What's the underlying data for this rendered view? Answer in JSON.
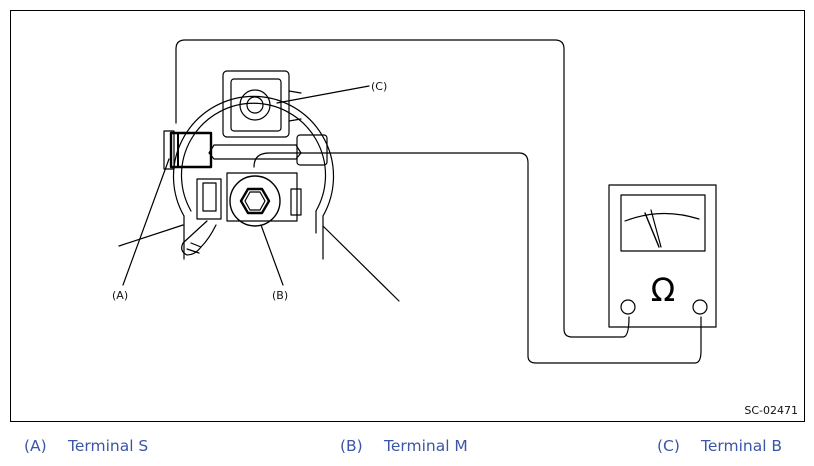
{
  "figure": {
    "code": "SC-02471",
    "callouts": {
      "a": "(A)",
      "b": "(B)",
      "c": "(C)"
    },
    "meter_symbol": "Ω"
  },
  "legend": [
    {
      "letter": "(A)",
      "label": "Terminal S"
    },
    {
      "letter": "(B)",
      "label": "Terminal M"
    },
    {
      "letter": "(C)",
      "label": "Terminal B"
    }
  ],
  "colors": {
    "legend_text": "#3b56a6",
    "line": "#000000"
  }
}
